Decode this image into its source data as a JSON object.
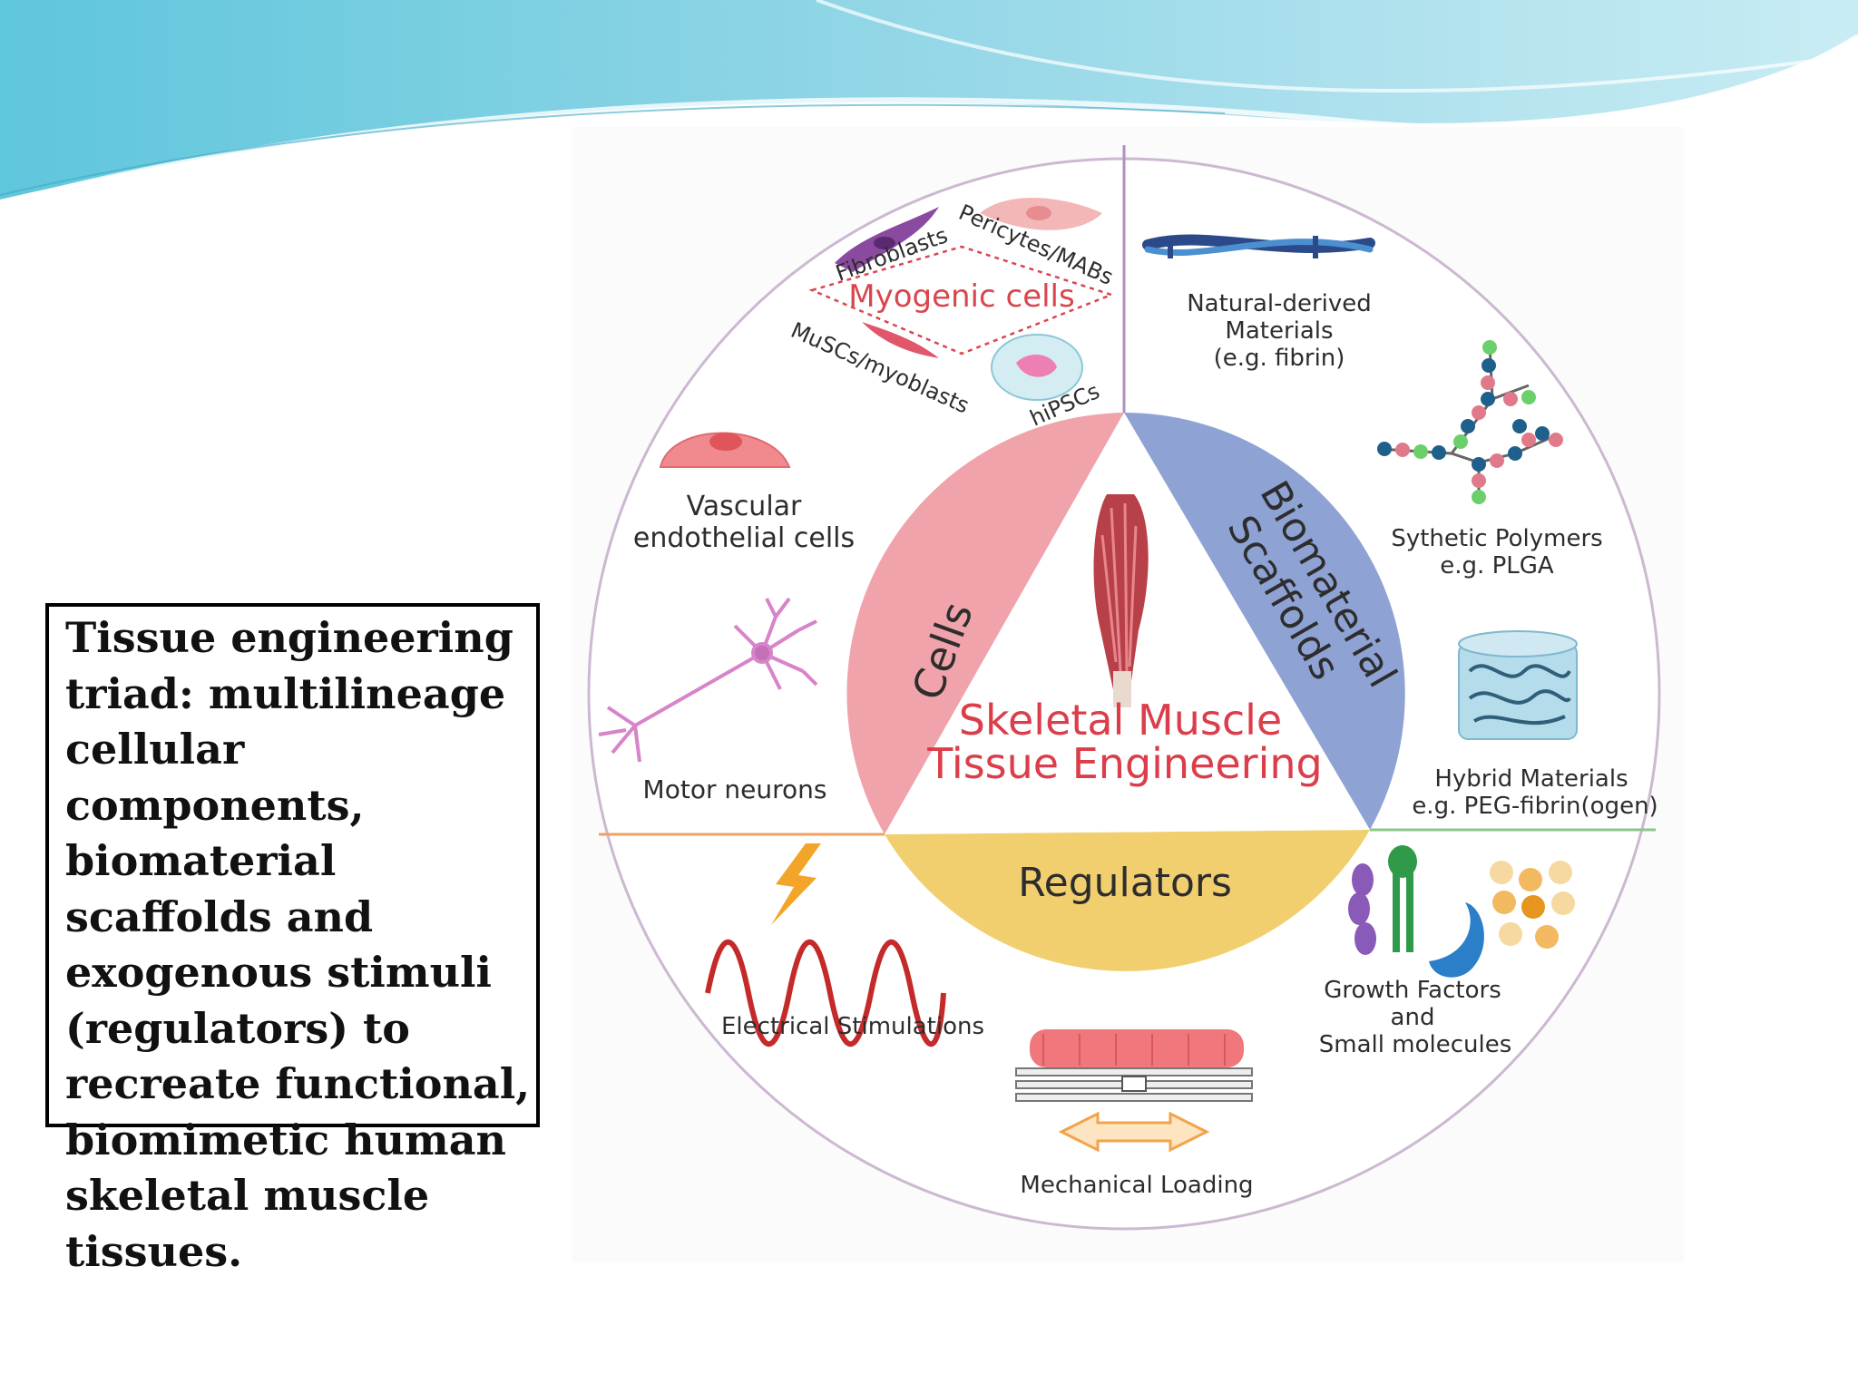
{
  "caption": "Tissue engineering triad: multilineage cellular components, biomaterial scaffolds and exogenous stimuli (regulators) to recreate functional, biomimetic human skeletal muscle tissues.",
  "diagram": {
    "center_title_line1": "Skeletal Muscle",
    "center_title_line2": "Tissue Engineering",
    "sectors": {
      "cells": "Cells",
      "scaffolds_line1": "Biomaterial",
      "scaffolds_line2": "Scaffolds",
      "regulators": "Regulators"
    },
    "cells": {
      "myogenic": "Myogenic cells",
      "fibroblasts": "Fibroblasts",
      "pericytes": "Pericytes/MABs",
      "muscs": "MuSCs/myoblasts",
      "hipscs": "hiPSCs",
      "vascular_line1": "Vascular",
      "vascular_line2": "endothelial cells",
      "motor": "Motor neurons"
    },
    "scaffolds": {
      "natural_line1": "Natural-derived",
      "natural_line2": "Materials",
      "natural_line3": "(e.g. fibrin)",
      "synthetic_line1": "Sythetic Polymers",
      "synthetic_line2": "e.g. PLGA",
      "hybrid_line1": "Hybrid Materials",
      "hybrid_line2": "e.g. PEG-fibrin(ogen)"
    },
    "regulators": {
      "electrical": "Electrical Stimulations",
      "mechanical": "Mechanical Loading",
      "growth_line1": "Growth Factors",
      "growth_line2": "and",
      "growth_line3": "Small molecules"
    }
  },
  "colors": {
    "cells": "#f0a3ab",
    "scaffolds": "#8fa2d4",
    "regulators": "#f1cf6e",
    "title_red": "#dc3d4a",
    "wave": "#5ec3d8"
  }
}
